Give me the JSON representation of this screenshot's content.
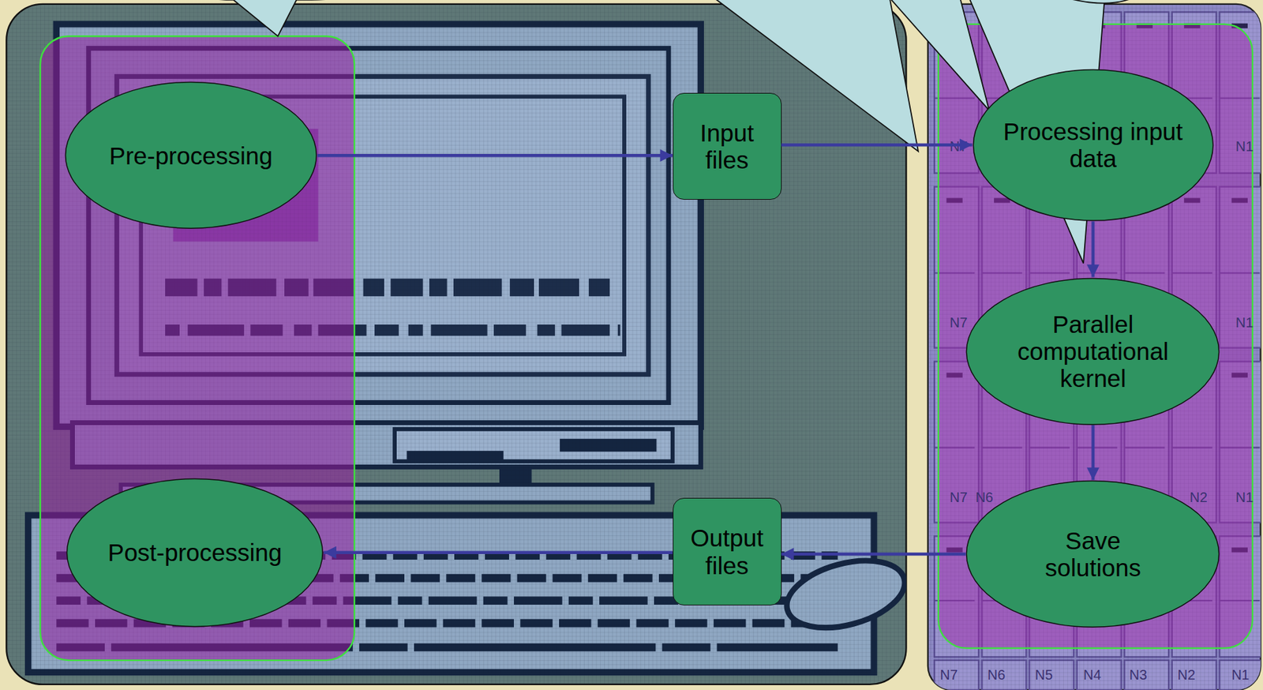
{
  "diagram": {
    "nodes": [
      {
        "text": [
          "Pre-processing"
        ]
      },
      {
        "text": [
          "Input files"
        ]
      },
      {
        "text": [
          "Processing input data"
        ]
      },
      {
        "text": [
          "Parallel computational kernel"
        ]
      },
      {
        "text": [
          "Save solutions"
        ]
      },
      {
        "text": [
          "Output files"
        ]
      },
      {
        "text": [
          "Post-processing"
        ]
      }
    ],
    "edges": [
      {
        "from": 0,
        "to": 1,
        "arrow": "to"
      },
      {
        "from": 1,
        "to": 2,
        "arrow": "to"
      },
      {
        "from": 2,
        "to": 3,
        "arrow": "to"
      },
      {
        "from": 3,
        "to": 4,
        "arrow": "to"
      },
      {
        "from": 4,
        "to": 5,
        "arrow": "to"
      },
      {
        "from": 5,
        "to": 6,
        "arrow": "to"
      }
    ],
    "labels": [
      "N7",
      "N1",
      "N7",
      "N1",
      "N7",
      "N6",
      "N2",
      "N1",
      "N7",
      "N6",
      "N5",
      "N4",
      "N3",
      "N2",
      "N1"
    ]
  }
}
